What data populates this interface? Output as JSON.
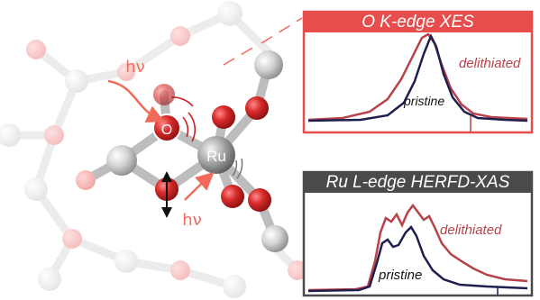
{
  "molecule": {
    "ru_label": "Ru",
    "o_label": "O",
    "photon_top": "hν",
    "photon_bottom": "hν"
  },
  "xes_panel": {
    "title": "O K-edge XES",
    "label_delithiated": "delithiated",
    "label_pristine": "pristine"
  },
  "xas_panel": {
    "title": "Ru L-edge HERFD-XAS",
    "label_delithiated": "delithiated",
    "label_pristine": "pristine"
  },
  "colors": {
    "xes_frame": "#e84d4d",
    "xas_frame": "#4a4a4a",
    "pristine": "#1f1f4f",
    "delithiated": "#b8424a",
    "photon": "#f26a5a",
    "oxygen": "#cc2222",
    "ruthenium": "#a0a0a0"
  }
}
